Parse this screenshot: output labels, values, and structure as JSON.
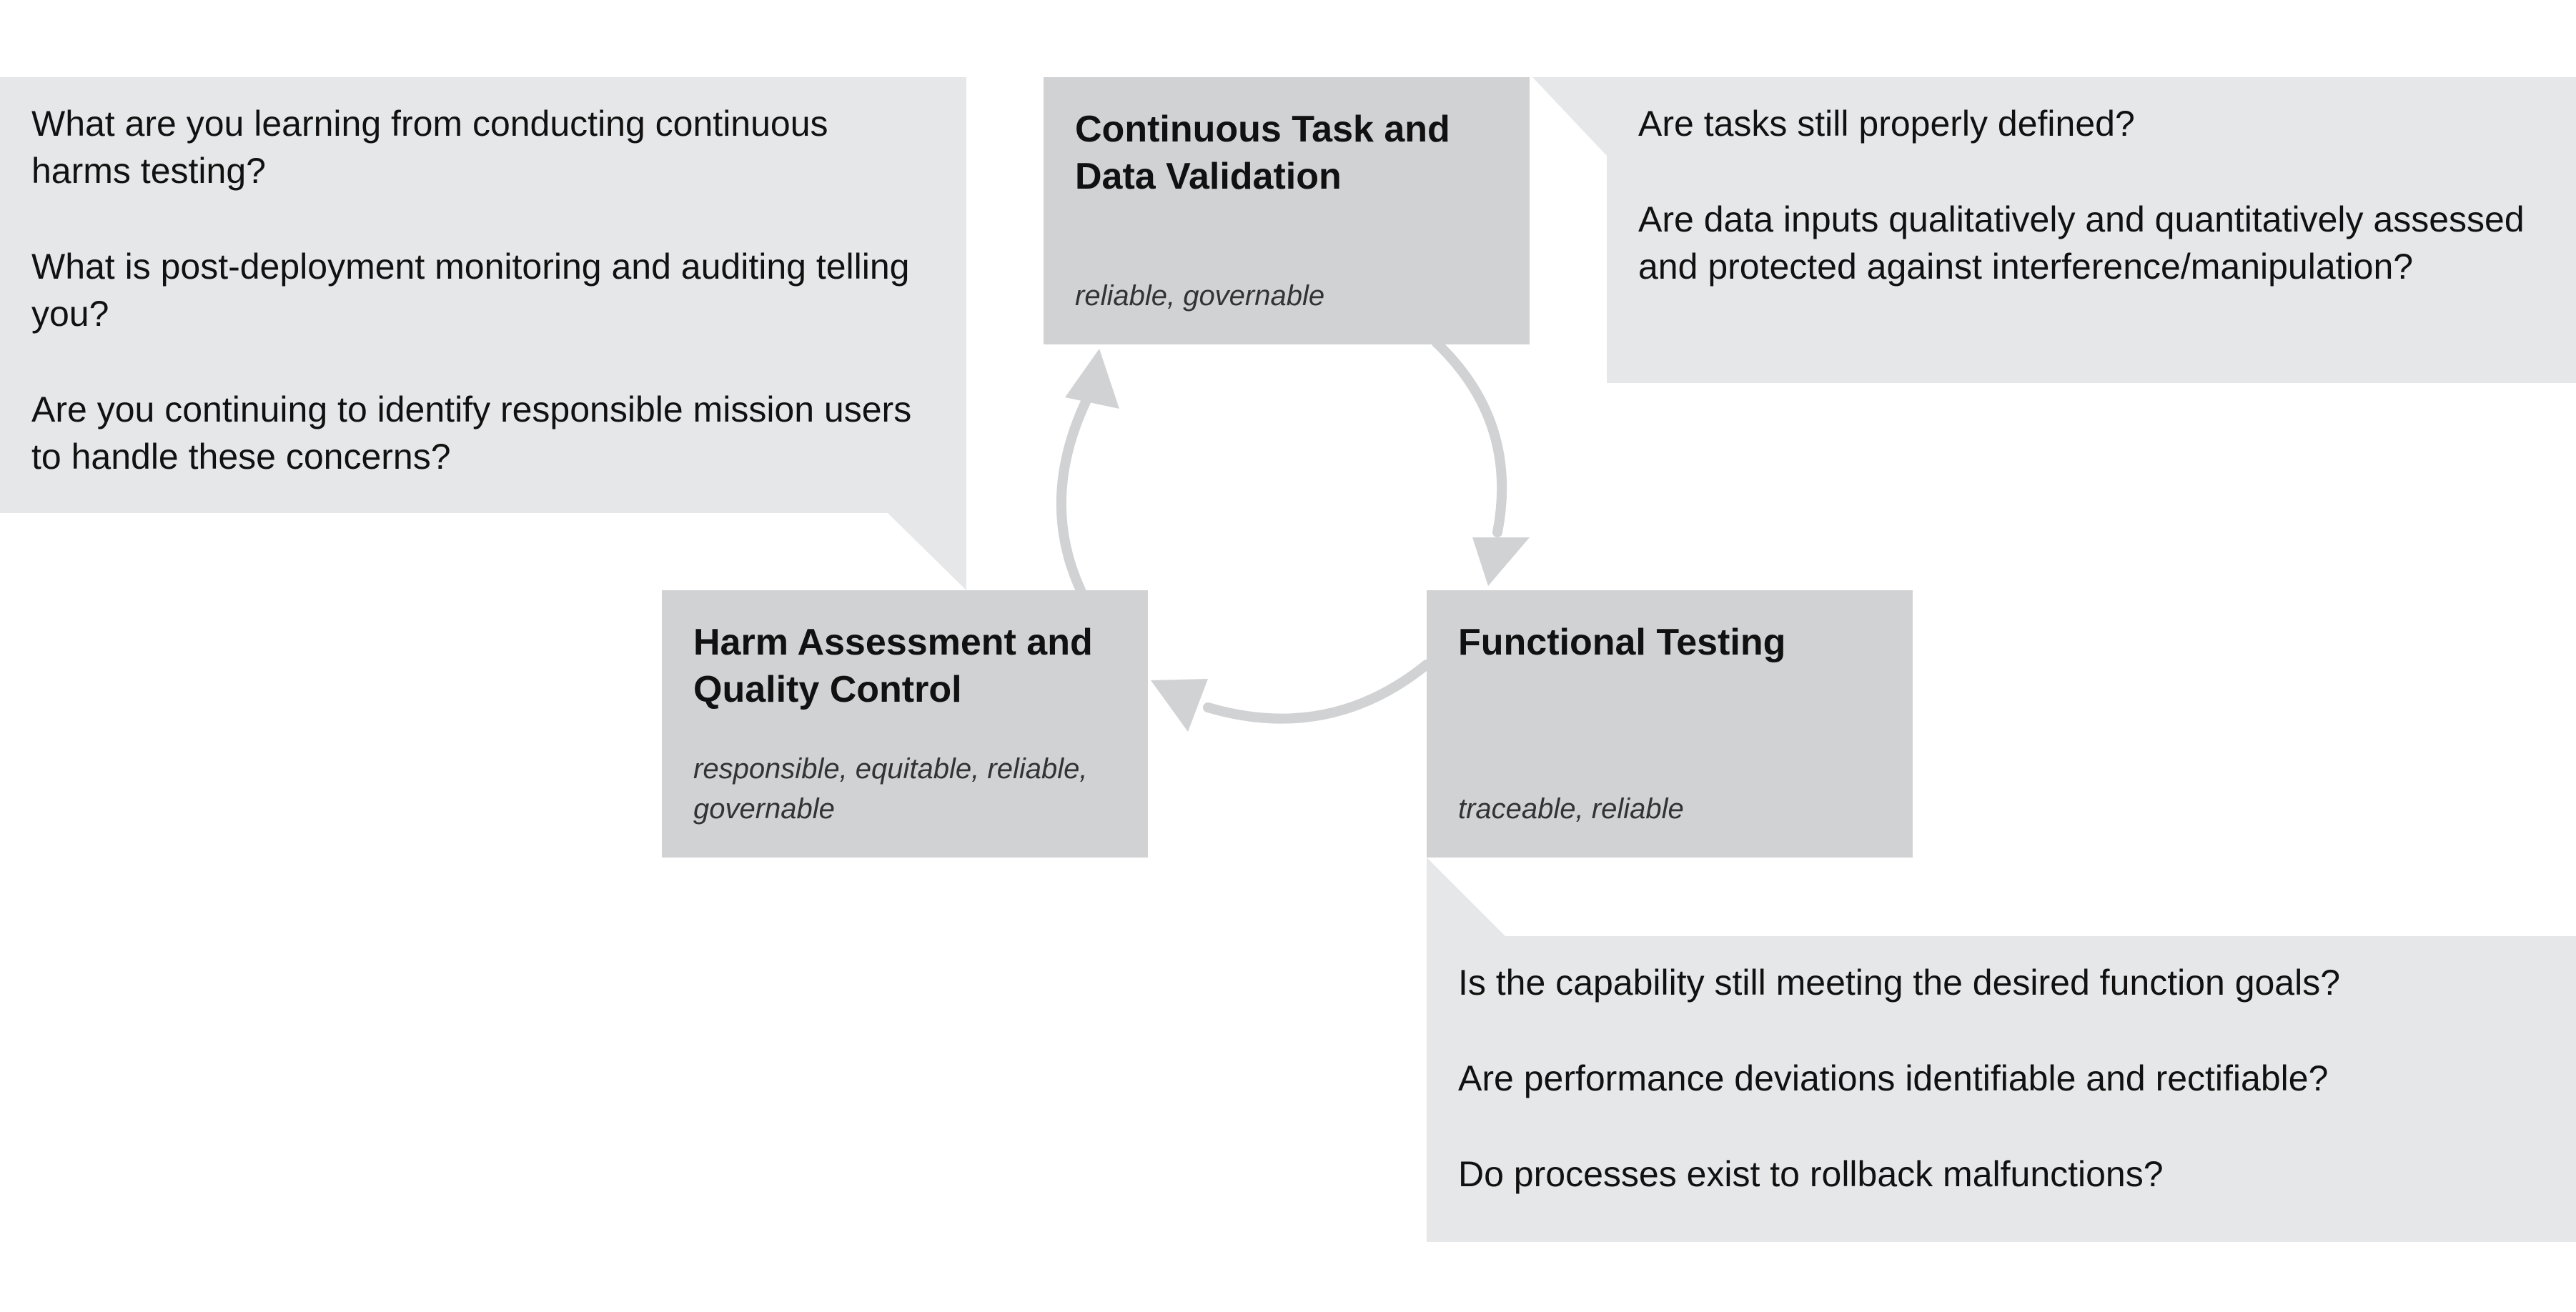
{
  "stages": {
    "continuous": {
      "title": "Continuous Task and\nData Validation",
      "tags": "reliable, governable"
    },
    "functional": {
      "title": "Functional Testing",
      "tags": "traceable, reliable"
    },
    "harm": {
      "title": "Harm Assessment and\nQuality Control",
      "tags": "responsible, equitable, reliable, governable"
    }
  },
  "callouts": {
    "harms_questions": [
      "What are you learning from conducting continuous harms testing?",
      "What is post-deployment monitoring and auditing telling you?",
      "Are you continuing to identify responsible mission users to handle these concerns?"
    ],
    "task_questions": [
      "Are tasks still properly defined?",
      "Are data inputs qualitatively and  quantitatively assessed and protected against interference/manipulation?"
    ],
    "function_questions": [
      "Is the capability still meeting the desired function goals?",
      "Are performance deviations identifiable and rectifiable?",
      "Do processes exist to rollback malfunctions?"
    ]
  },
  "colors": {
    "stage_fill": "#d1d2d4",
    "callout_fill": "#e6e7e8",
    "arrow": "#d1d2d4"
  }
}
